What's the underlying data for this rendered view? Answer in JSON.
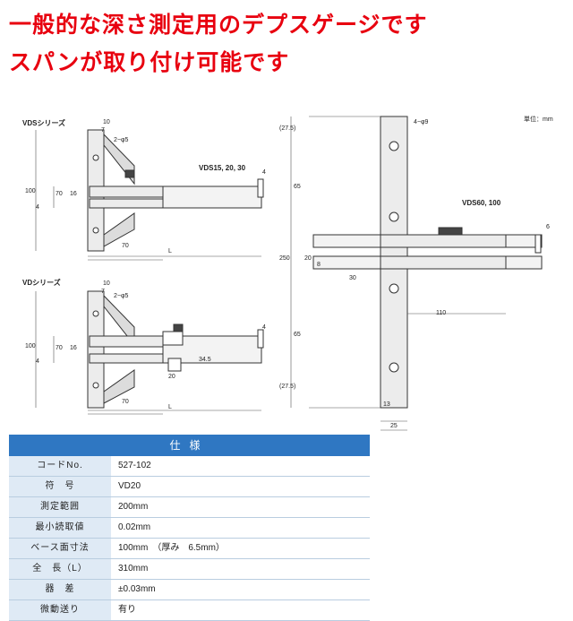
{
  "headline": {
    "line1": "一般的な深さ測定用のデプスゲージです",
    "line2": "スパンが取り付け可能です"
  },
  "diagram": {
    "top_left_title": "VDSシリーズ",
    "top_left_model": "VDS15, 20, 30",
    "bottom_left_title": "VDシリーズ",
    "right_model": "VDS60, 100",
    "unit": "単位：mm",
    "dims": {
      "d10a": "10",
      "d7a": "7",
      "hole2a": "2−φ5",
      "d100a": "100",
      "d70a": "70",
      "d16a": "16",
      "d4a": "4",
      "w70a": "70",
      "La": "L",
      "t4a": "4",
      "d10b": "10",
      "d7b": "7",
      "hole2b": "2−φ5",
      "d100b": "100",
      "d70b": "70",
      "d16b": "16",
      "d4b": "4",
      "w70b": "70",
      "Lb": "L",
      "t4b": "4",
      "d20b": "20",
      "d345b": "34.5",
      "hole4": "4−φ9",
      "r275a": "(27.5)",
      "r250": "250",
      "r65a": "65",
      "r20": "20",
      "r8": "8",
      "r30": "30",
      "r65b": "65",
      "r275b": "(27.5)",
      "r110": "110",
      "r13": "13",
      "r25": "25",
      "r6": "6"
    }
  },
  "spec_table": {
    "header": "仕様",
    "rows": [
      {
        "label": "コードNo.",
        "value": "527-102"
      },
      {
        "label": "符　号",
        "value": "VD20"
      },
      {
        "label": "測定範囲",
        "value": "200mm"
      },
      {
        "label": "最小読取値",
        "value": "0.02mm"
      },
      {
        "label": "ベース面寸法",
        "value": "100mm　（厚み　6.5mm）"
      },
      {
        "label": "全　長（L）",
        "value": "310mm"
      },
      {
        "label": "器　差",
        "value": "±0.03mm"
      },
      {
        "label": "微動送り",
        "value": "有り"
      }
    ]
  }
}
